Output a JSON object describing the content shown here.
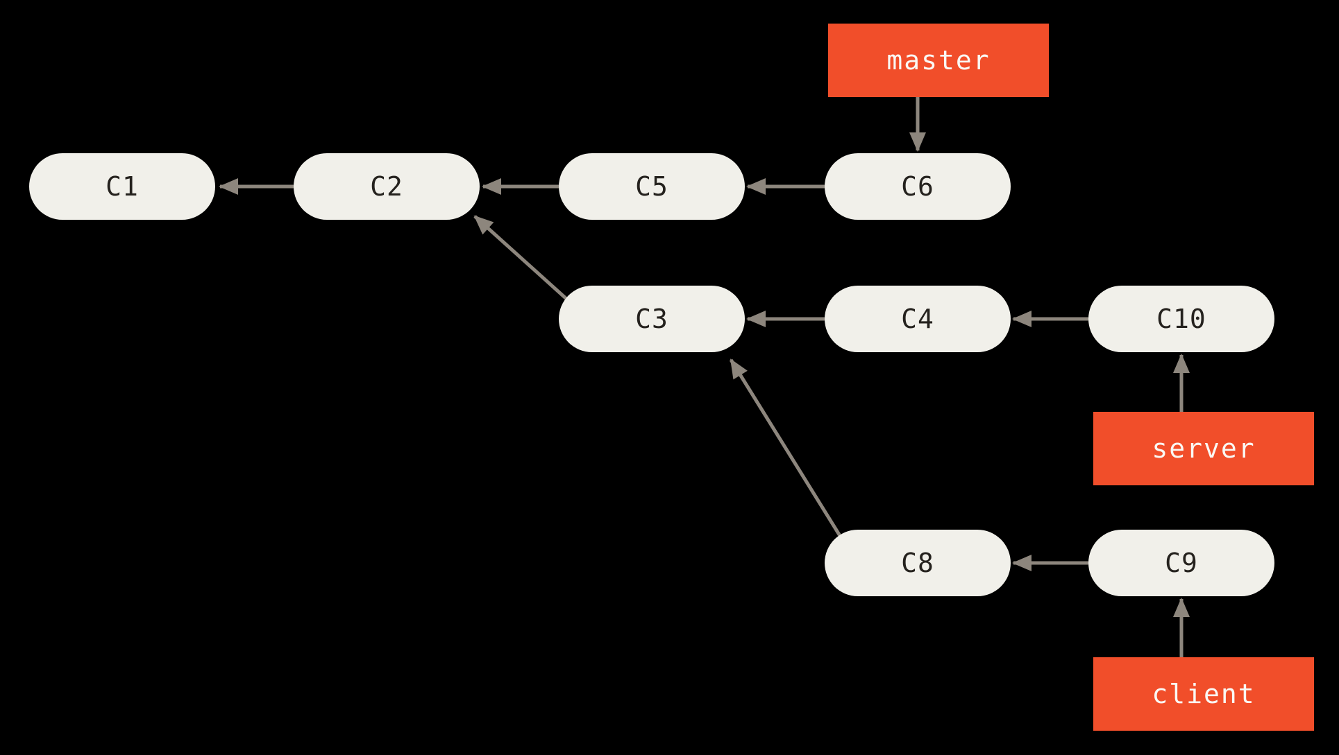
{
  "diagram": {
    "type": "git-commit-graph",
    "colors": {
      "bg": "#000000",
      "node_fill": "#F1F0EA",
      "node_text": "#25221E",
      "branch_fill": "#F14E2A",
      "branch_text": "#FAF8F4",
      "arrow_color": "#8D867D"
    }
  },
  "nodes": [
    {
      "id": "C1",
      "label": "C1"
    },
    {
      "id": "C2",
      "label": "C2"
    },
    {
      "id": "C5",
      "label": "C5"
    },
    {
      "id": "C6",
      "label": "C6"
    },
    {
      "id": "C3",
      "label": "C3"
    },
    {
      "id": "C4",
      "label": "C4"
    },
    {
      "id": "C10",
      "label": "C10"
    },
    {
      "id": "C8",
      "label": "C8"
    },
    {
      "id": "C9",
      "label": "C9"
    }
  ],
  "branches": [
    {
      "label": "master",
      "points_to": "C6"
    },
    {
      "label": "server",
      "points_to": "C10"
    },
    {
      "label": "client",
      "points_to": "C9"
    }
  ],
  "edges": [
    {
      "from": "C2",
      "to": "C1"
    },
    {
      "from": "C5",
      "to": "C2"
    },
    {
      "from": "C6",
      "to": "C5"
    },
    {
      "from": "C3",
      "to": "C2"
    },
    {
      "from": "C4",
      "to": "C3"
    },
    {
      "from": "C10",
      "to": "C4"
    },
    {
      "from": "C8",
      "to": "C3"
    },
    {
      "from": "C9",
      "to": "C8"
    },
    {
      "from": "master",
      "to": "C6"
    },
    {
      "from": "server",
      "to": "C10"
    },
    {
      "from": "client",
      "to": "C9"
    }
  ]
}
